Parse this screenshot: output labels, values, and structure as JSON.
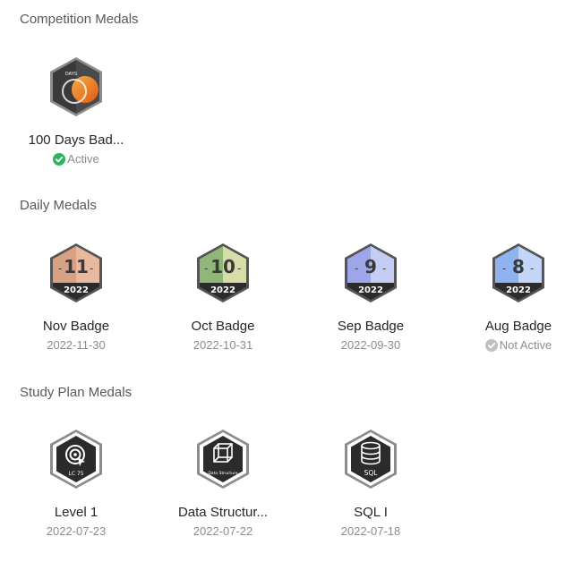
{
  "sections": {
    "competition": {
      "title": "Competition Medals",
      "badges": [
        {
          "name": "100 Days Bad...",
          "status": "Active",
          "icon": "100-days-badge-icon",
          "status_color": "#2db55d"
        }
      ]
    },
    "daily": {
      "title": "Daily Medals",
      "badges": [
        {
          "name": "Nov Badge",
          "date": "2022-11-30",
          "number": "11",
          "year": "2022",
          "icon": "nov-badge-icon",
          "color": "#d9a184"
        },
        {
          "name": "Oct Badge",
          "date": "2022-10-31",
          "number": "10",
          "year": "2022",
          "icon": "oct-badge-icon",
          "color": "#a9c48a"
        },
        {
          "name": "Sep Badge",
          "date": "2022-09-30",
          "number": "9",
          "year": "2022",
          "icon": "sep-badge-icon",
          "color": "#aab0e8"
        },
        {
          "name": "Aug Badge",
          "status": "Not Active",
          "number": "8",
          "year": "2022",
          "icon": "aug-badge-icon",
          "color": "#9fbcf0",
          "status_color": "#bfbfbf"
        }
      ]
    },
    "study_plan": {
      "title": "Study Plan Medals",
      "badges": [
        {
          "name": "Level 1",
          "date": "2022-07-23",
          "label": "LC 75",
          "icon": "target-icon"
        },
        {
          "name": "Data Structur...",
          "date": "2022-07-22",
          "label": "Data Structure",
          "icon": "cube-icon"
        },
        {
          "name": "SQL I",
          "date": "2022-07-18",
          "label": "SQL",
          "icon": "database-icon"
        }
      ]
    }
  }
}
